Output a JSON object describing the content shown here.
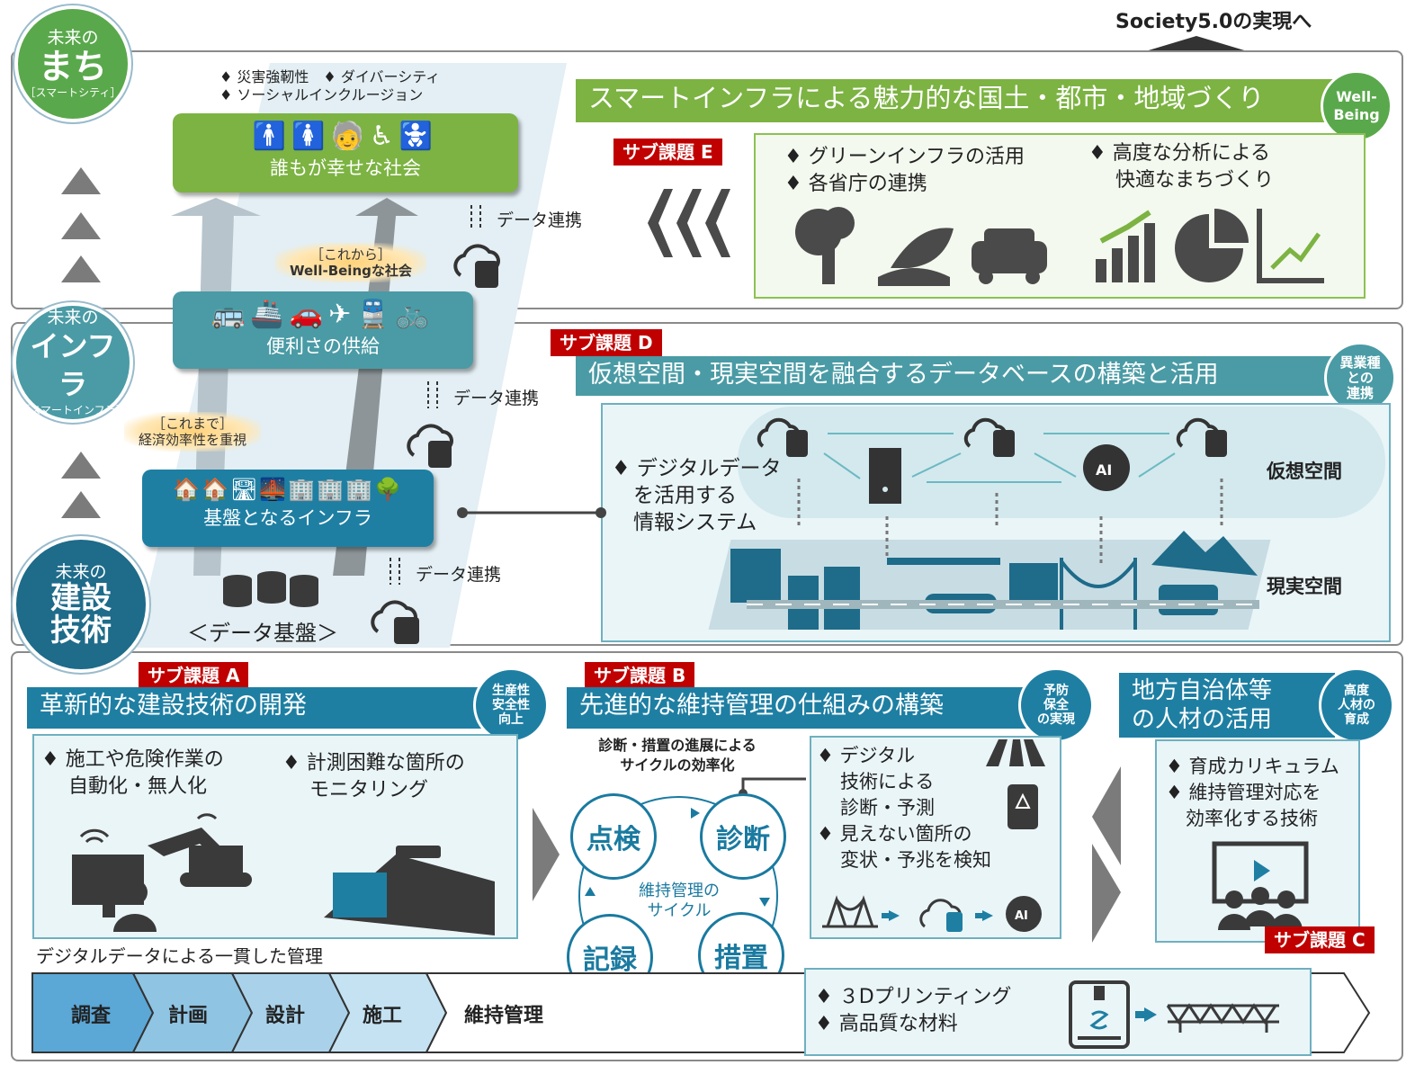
{
  "top_label": "Society5.0の実現へ",
  "tiers": {
    "machi": {
      "line1": "未来の",
      "line2": "まち",
      "line3": "［スマートシティ］"
    },
    "infra": {
      "line1": "未来の",
      "line2": "インフラ",
      "line3": "［スマートインフラ］"
    },
    "kensetsu": {
      "line1": "未来の",
      "line2": "建設",
      "line3": "技術"
    }
  },
  "stack": {
    "top_bullets": [
      "♦ 災害強靭性　♦ ダイバーシティ",
      "♦ ソーシャルインクルージョン"
    ],
    "society": {
      "icons": "🚹🚺🧓♿🚼",
      "label": "誰もが幸せな社会"
    },
    "future_glow": {
      "line1": "［これから］",
      "line2": "Well-Beingな社会"
    },
    "convenience": {
      "icons": "🚌🚢🚗✈🚆🚲",
      "label": "便利さの供給"
    },
    "past_glow": {
      "line1": "［これまで］",
      "line2": "経済効率性を重視"
    },
    "base_infra": {
      "icons": "🏠🏠🛣🌉🏢🏢🏢🌳",
      "label": "基盤となるインフラ"
    },
    "data_base": "＜データ基盤＞",
    "data_link": "データ連携"
  },
  "E": {
    "tag": "サブ課題 E",
    "title": "スマートインフラによる魅力的な国土・都市・地域づくり",
    "badge": "Well-\nBeing",
    "badge_l1": "Well-",
    "badge_l2": "Being",
    "bullets_left": [
      "♦ グリーンインフラの活用",
      "♦ 各省庁の連携"
    ],
    "bullets_right": [
      "♦ 高度な分析による",
      "快適なまちづくり"
    ]
  },
  "D": {
    "tag": "サブ課題 D",
    "title": "仮想空間・現実空間を融合するデータベースの構築と活用",
    "badge_l1": "異業種",
    "badge_l2": "との",
    "badge_l3": "連携",
    "bullets": [
      "♦ デジタルデータ",
      "を活用する",
      "情報システム"
    ],
    "virtual": "仮想空間",
    "real": "現実空間"
  },
  "A": {
    "tag": "サブ課題 A",
    "title": "革新的な建設技術の開発",
    "badge_l1": "生産性",
    "badge_l2": "安全性",
    "badge_l3": "向上",
    "left_bullets": [
      "♦ 施工や危険作業の",
      "自動化・無人化"
    ],
    "right_bullets": [
      "♦ 計測困難な箇所の",
      "モニタリング"
    ]
  },
  "B": {
    "tag": "サブ課題 B",
    "title": "先進的な維持管理の仕組みの構築",
    "badge_l1": "予防",
    "badge_l2": "保全",
    "badge_l3": "の実現",
    "cycle_caption_l1": "診断・措置の進展による",
    "cycle_caption_l2": "サイクルの効率化",
    "nodes": {
      "inspect": "点検",
      "diagnose": "診断",
      "record": "記録",
      "measure": "措置"
    },
    "cycle_center_l1": "維持管理の",
    "cycle_center_l2": "サイクル",
    "right_bullets": [
      "♦ デジタル",
      "技術による",
      "診断・予測",
      "♦ 見えない箇所の",
      "変状・予兆を検知"
    ],
    "print_bullets": [
      "♦ ３Dプリンティング",
      "♦ 高品質な材料"
    ]
  },
  "C": {
    "tag": "サブ課題 C",
    "title_l1": "地方自治体等",
    "title_l2": "の人材の活用",
    "badge_l1": "高度",
    "badge_l2": "人材の",
    "badge_l3": "育成",
    "bullets": [
      "♦ 育成カリキュラム",
      "♦ 維持管理対応を",
      "効率化する技術"
    ]
  },
  "flow": {
    "caption": "デジタルデータによる一貫した管理",
    "steps": [
      "調査",
      "計画",
      "設計",
      "施工",
      "維持管理"
    ]
  },
  "colors": {
    "green": "#7cb342",
    "teal": "#4a9ba5",
    "blue": "#1a7aa0",
    "dark": "#1e6b8a",
    "red": "#c00000"
  }
}
